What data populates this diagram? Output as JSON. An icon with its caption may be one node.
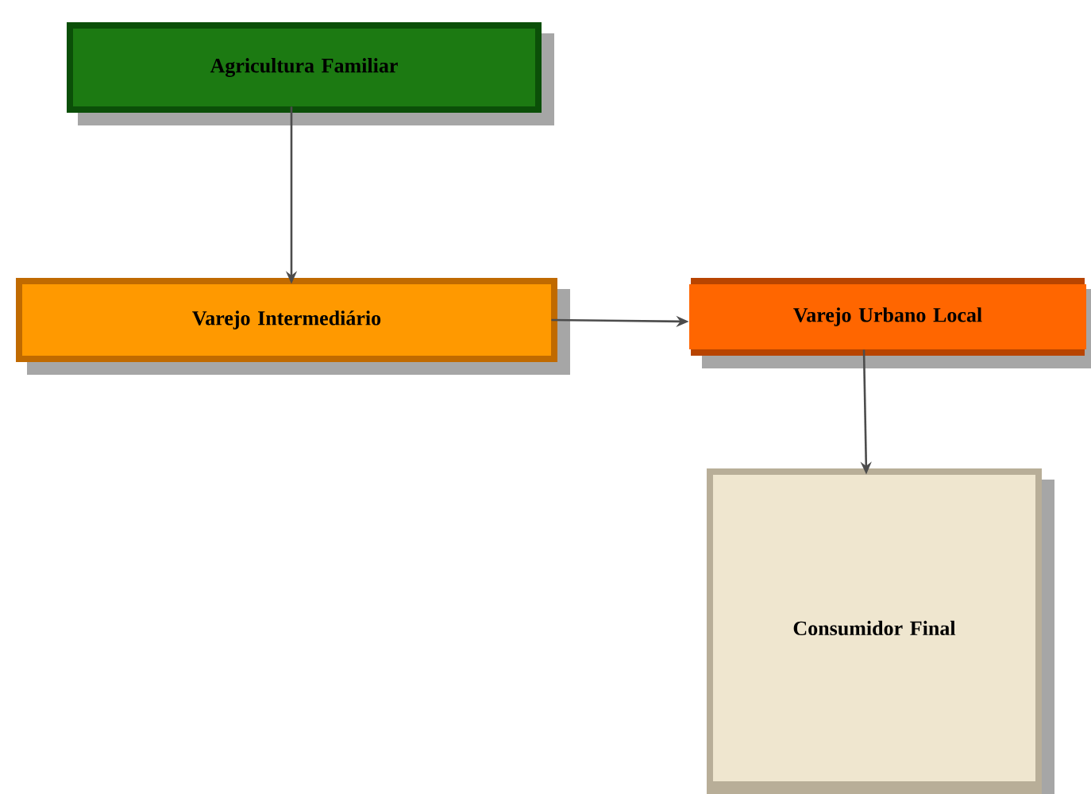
{
  "diagram": {
    "nodes": [
      {
        "text": [
          "Agricultura Familiar"
        ]
      },
      {
        "text": [
          "Varejo Intermediário"
        ]
      },
      {
        "text": [
          "Varejo Urbano Local"
        ]
      },
      {
        "text": [
          "Consumidor Final"
        ]
      }
    ],
    "edges": [
      {
        "from": 0,
        "to": 1,
        "arrow": "to"
      },
      {
        "from": 1,
        "to": 2,
        "arrow": "to"
      },
      {
        "from": 2,
        "to": 3,
        "arrow": "to"
      }
    ]
  }
}
